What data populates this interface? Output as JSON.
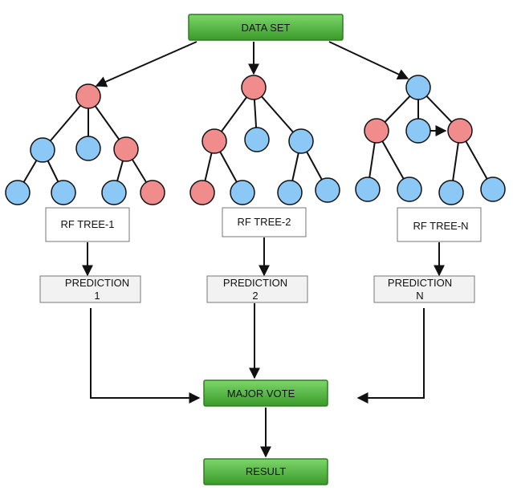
{
  "colors": {
    "node_red": "#f08c8c",
    "node_blue": "#8cc8f5",
    "green_top": "#7dd66a",
    "green_bottom": "#3a9a2a",
    "line": "#111111"
  },
  "dataset": {
    "label": "DATA SET"
  },
  "trees": [
    {
      "label": "RF TREE-1",
      "prediction_line1": "PREDICTION",
      "prediction_line2": "1"
    },
    {
      "label": "RF TREE-2",
      "prediction_line1": "PREDICTION",
      "prediction_line2": "2"
    },
    {
      "label": "RF TREE-N",
      "prediction_line1": "PREDICTION",
      "prediction_line2": "N"
    }
  ],
  "vote": {
    "label": "MAJOR VOTE"
  },
  "result": {
    "label": "RESULT"
  }
}
